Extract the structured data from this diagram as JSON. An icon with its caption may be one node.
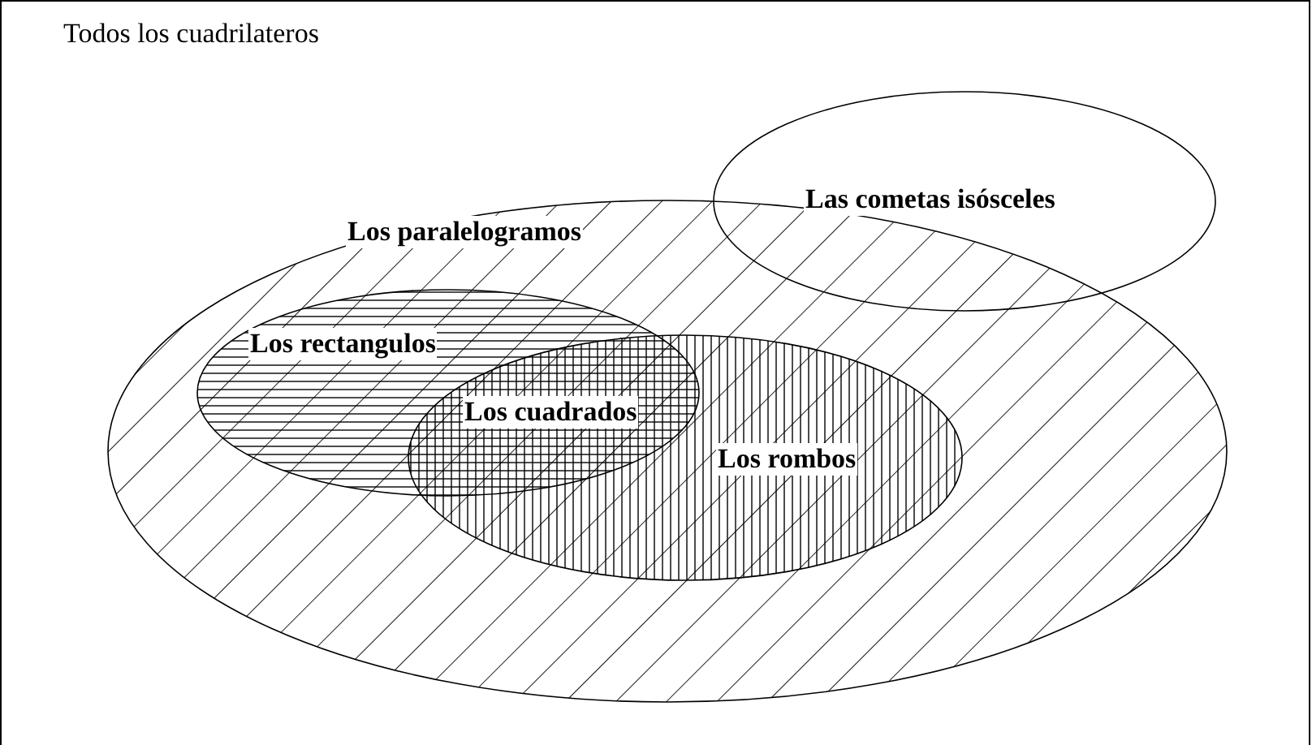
{
  "diagram": {
    "nodes": [
      {
        "text": [
          "Todos los cuadrilateros"
        ]
      },
      {
        "text": [
          "Los paralelogramos"
        ],
        "in": 0
      },
      {
        "text": [
          "Las cometas isósceles"
        ],
        "in": 0
      },
      {
        "text": [
          "Los rectangulos"
        ],
        "in": 1
      },
      {
        "text": [
          "Los rombos"
        ],
        "in": 1
      }
    ],
    "edges": [],
    "labels": [
      "Los cuadrados"
    ]
  }
}
